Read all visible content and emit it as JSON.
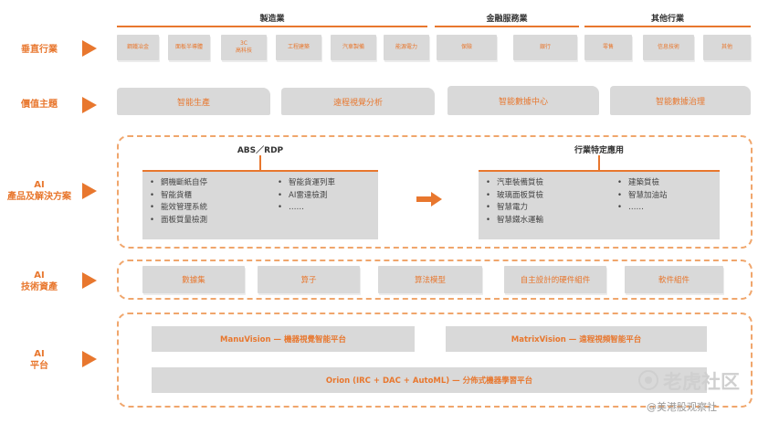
{
  "rows": {
    "vertical": "垂直行業",
    "value": "價值主題",
    "solutions_line1": "AI",
    "solutions_line2": "產品及解決方案",
    "tech_line1": "AI",
    "tech_line2": "技術資產",
    "platform_line1": "AI",
    "platform_line2": "平台"
  },
  "categories": {
    "manufacturing": "製造業",
    "finance": "金融服務業",
    "other": "其他行業"
  },
  "industries": [
    {
      "line1": "鋼鐵冶金",
      "line2": ""
    },
    {
      "line1": "面板半導體",
      "line2": ""
    },
    {
      "line1": "3C",
      "line2": "高科技"
    },
    {
      "line1": "工程建築",
      "line2": ""
    },
    {
      "line1": "汽車製備",
      "line2": ""
    },
    {
      "line1": "能源電力",
      "line2": ""
    },
    {
      "line1": "保險",
      "line2": ""
    },
    {
      "line1": "銀行",
      "line2": ""
    },
    {
      "line1": "零售",
      "line2": ""
    },
    {
      "line1": "信息技術",
      "line2": ""
    },
    {
      "line1": "其他",
      "line2": ""
    }
  ],
  "value_themes": [
    "智能生產",
    "遠程視覺分析",
    "智能數據中心",
    "智能數據治理"
  ],
  "solutions": {
    "abs_title": "ABS／RDP",
    "abs_col1": [
      "鋼機斷紙自停",
      "智能貨櫃",
      "能效管理系統",
      "面板質量檢測"
    ],
    "abs_col2": [
      "智能貨運列車",
      "AI雷達檢測",
      "……"
    ],
    "industry_title": "行業特定應用",
    "ind_col1": [
      "汽車裝備質檢",
      "玻璃面板質檢",
      "智慧電力",
      "智慧鐵水運輸"
    ],
    "ind_col2": [
      "建築質檢",
      "智慧加油站",
      "……"
    ]
  },
  "tech_assets": [
    "數據集",
    "算子",
    "算法模型",
    "自主設計的硬件組件",
    "軟件組件"
  ],
  "platforms": {
    "manuvision": "ManuVision — 機器視覺智能平台",
    "matrixvision": "MatrixVision — 遠程視頻智能平台",
    "orion": "Orion (IRC + DAC + AutoML) — 分佈式機器學習平台"
  },
  "watermark": {
    "brand": "老虎社区",
    "handle": "@美港股观察社"
  },
  "colors": {
    "accent": "#e8772e",
    "box": "#d9d9d9",
    "dashed": "#f0a66c"
  }
}
